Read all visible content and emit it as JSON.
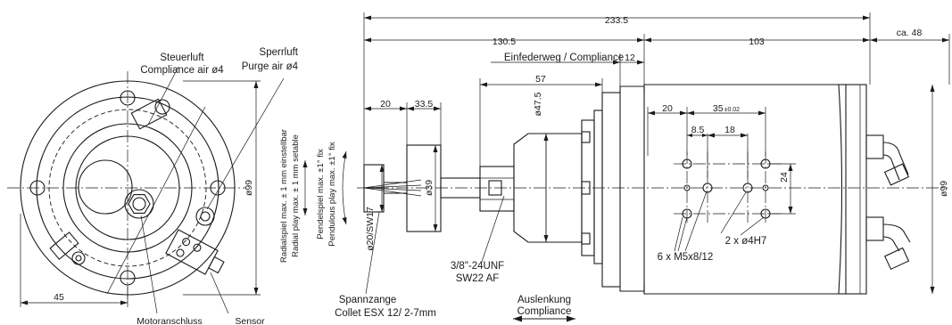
{
  "labels": {
    "steuerluft": "Steuerluft",
    "compliance_air": "Compliance air ø4",
    "sperrluft": "Sperrluft",
    "purge_air": "Purge air ø4",
    "motoranschluss": "Motoranschluss",
    "sensor": "Sensor",
    "spannzange": "Spannzange",
    "collet": "Collet  ESX 12/ 2-7mm",
    "auslenkung": "Auslenkung",
    "compliance": "Compliance",
    "unf": "3/8\"-24UNF",
    "sw22": "SW22 AF",
    "m5": "6 x M5x8/12",
    "h7": "2 x ø4H7",
    "einfederweg": "Einfederweg / Compliance",
    "radial_de": "Radialspiel max. ± 1 mm einstellbar",
    "radial_en": "Radial play max. ± 1 mm setable",
    "pendel_de": "Pendelspiel max. ±1° fix",
    "pendel_en": "Pendulous play max. ±1° fix"
  },
  "dimensions": {
    "d233": "233.5",
    "d130": "130.5",
    "d103": "103",
    "dca48": "ca. 48",
    "d12": "12",
    "d57": "57",
    "d20a": "20",
    "d33": "33.5",
    "d475": "ø47.5",
    "d39": "ø39",
    "d20sw": "ø20/SW17",
    "d99a": "ø99",
    "d99b": "ø99",
    "d45": "45",
    "d20b": "20",
    "d35": "35",
    "d35tol": "±0.02",
    "d85": "8.5",
    "d18": "18",
    "d24": "24"
  }
}
